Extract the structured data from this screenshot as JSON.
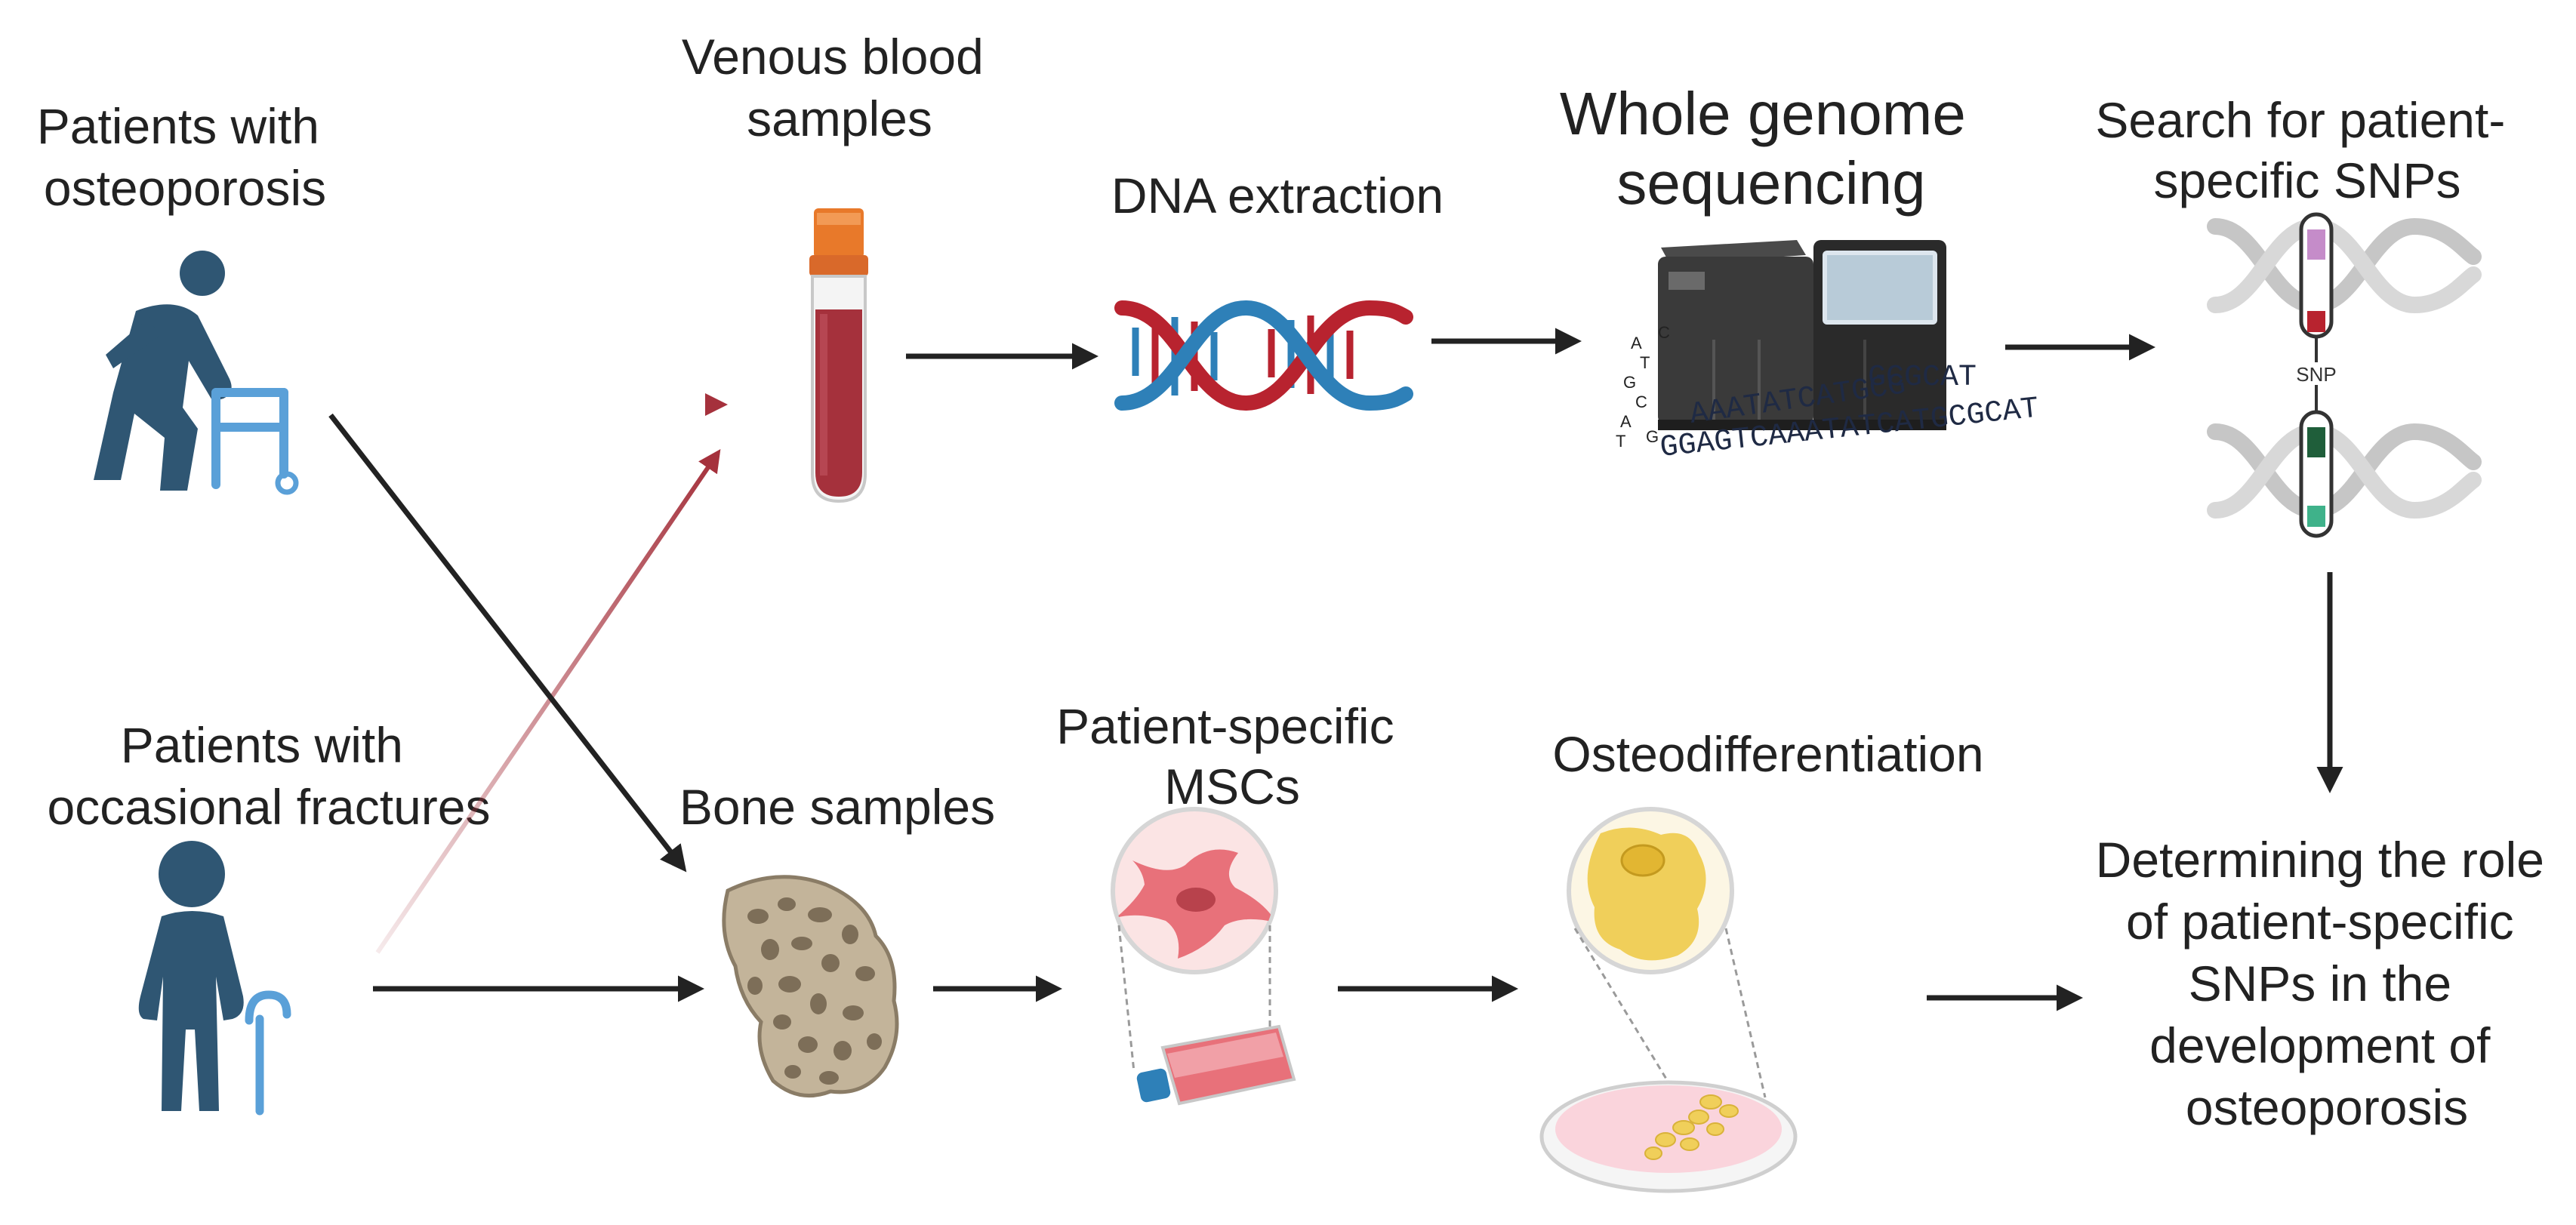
{
  "labels": {
    "osteoporosis_patients": [
      "Patients with",
      "osteoporosis"
    ],
    "fracture_patients": [
      "Patients with",
      "occasional fractures"
    ],
    "venous_blood": [
      "Venous blood",
      "samples"
    ],
    "dna_extraction": "DNA extraction",
    "wgs": [
      "Whole genome",
      "sequencing"
    ],
    "snp_search": [
      "Search for patient-",
      "specific SNPs"
    ],
    "bone_samples": "Bone samples",
    "msc": [
      "Patient-specific",
      "MSCs"
    ],
    "osteodiff": "Osteodifferentiation",
    "result": [
      "Determining the role",
      "of patient-specific",
      "SNPs in the",
      "development of",
      "osteoporosis"
    ]
  },
  "sequencer_reads": [
    "GCGCAT",
    "AAATATCATGCG",
    "GGAGTCAAATATCATGCGCAT"
  ],
  "snp_marker": "SNP",
  "colors": {
    "figure": "#2f5673",
    "walker": "#5aa0d8",
    "blood_arrow": "#a5313c",
    "black_arrow": "#222222",
    "blood": "#a5313c",
    "tube_cap": "#e8792a",
    "dna_red": "#b8232f",
    "dna_blue": "#2e80b8",
    "bone": "#c3b49a",
    "msc_cell": "#e8717a",
    "osteo_cell": "#f0cf5a"
  }
}
